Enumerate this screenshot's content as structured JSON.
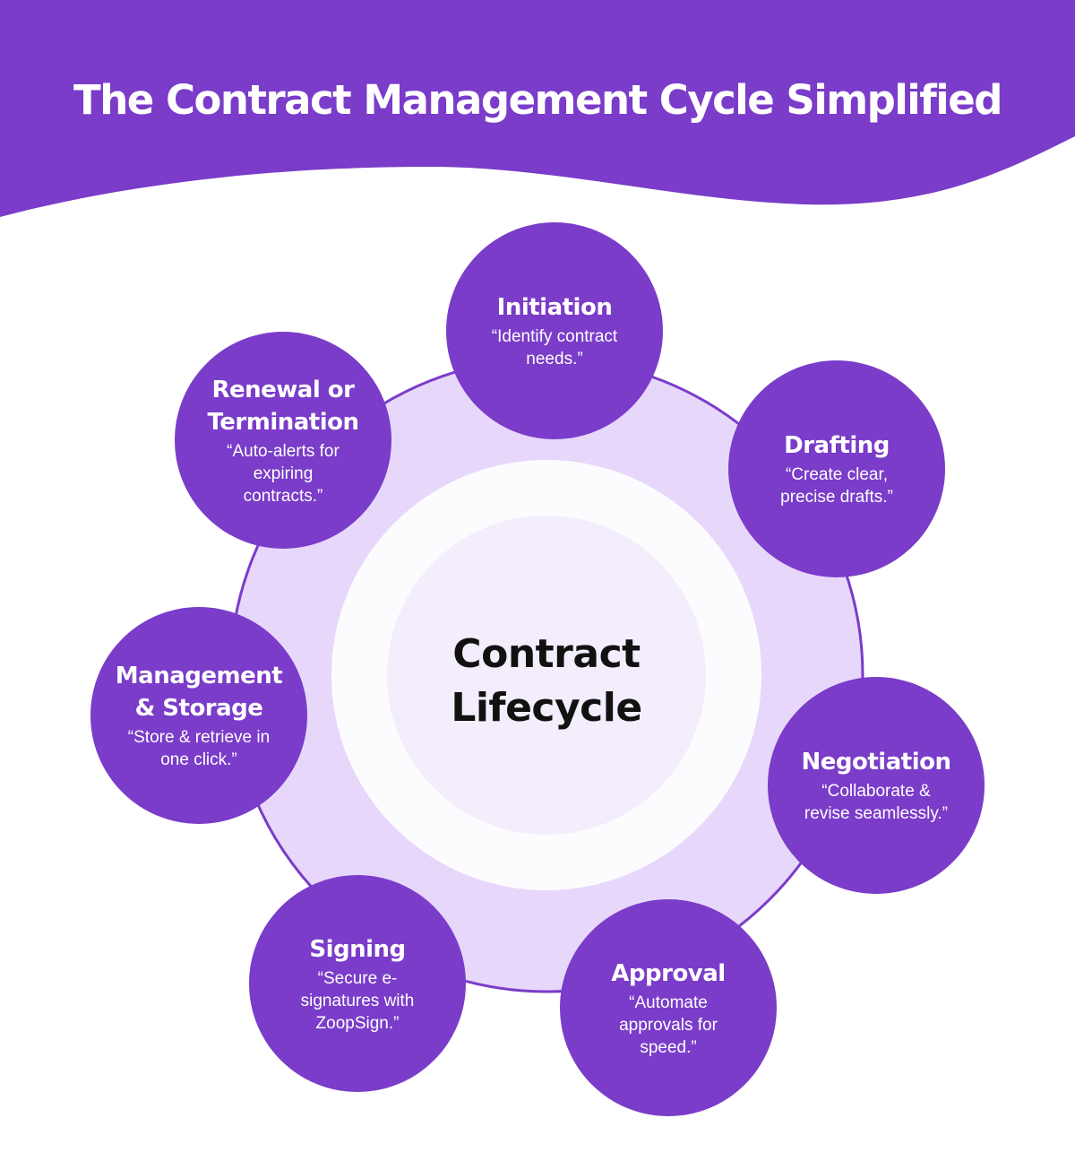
{
  "header": {
    "title": "The Contract Management Cycle Simplified"
  },
  "center": {
    "line1": "Contract",
    "line2": "Lifecycle"
  },
  "stages": [
    {
      "title_lines": [
        "Initiation"
      ],
      "desc_lines": [
        "“Identify contract",
        "needs.”"
      ]
    },
    {
      "title_lines": [
        "Drafting"
      ],
      "desc_lines": [
        "“Create clear,",
        "precise drafts.”"
      ]
    },
    {
      "title_lines": [
        "Negotiation"
      ],
      "desc_lines": [
        "“Collaborate &",
        "revise seamlessly.”"
      ]
    },
    {
      "title_lines": [
        "Approval"
      ],
      "desc_lines": [
        "“Automate",
        "approvals for",
        "speed.”"
      ]
    },
    {
      "title_lines": [
        "Signing"
      ],
      "desc_lines": [
        "“Secure e-",
        "signatures with",
        "ZoopSign.”"
      ]
    },
    {
      "title_lines": [
        "Management",
        "& Storage"
      ],
      "desc_lines": [
        "“Store & retrieve in",
        "one click.”"
      ]
    },
    {
      "title_lines": [
        "Renewal or",
        "Termination"
      ],
      "desc_lines": [
        "“Auto-alerts for",
        "expiring",
        "contracts.”"
      ]
    }
  ],
  "colors": {
    "banner": "#7a3cc9",
    "ring_fill": "#e7d8fb",
    "ring_stroke": "#7a3cc9",
    "stage_fill": "#7a3cc9",
    "inner_white": "#fcfcfe",
    "inner_core": "#f3edfc",
    "title_text": "#ffffff",
    "center_text": "#111111"
  }
}
